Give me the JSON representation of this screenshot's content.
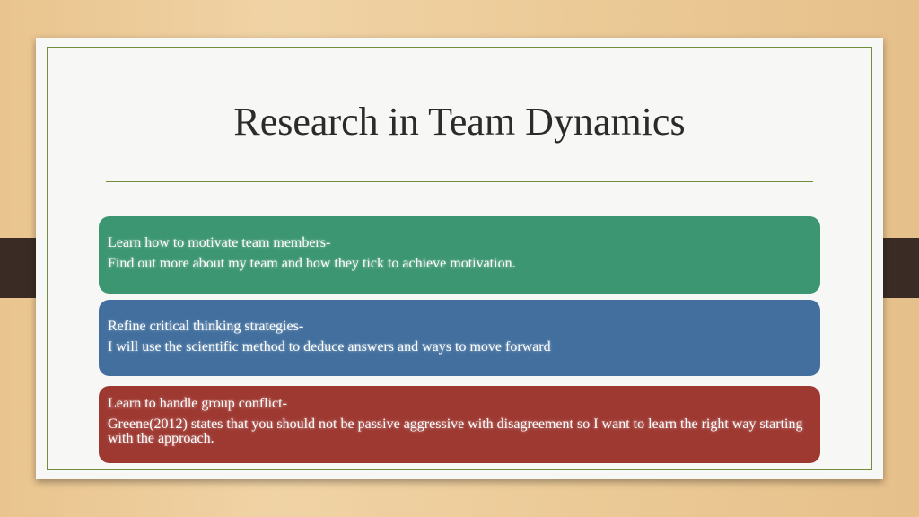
{
  "slide": {
    "title": "Research in Team Dynamics",
    "items": [
      {
        "heading": "Learn how to motivate team members-",
        "body": "Find out more about my team and how they tick to achieve motivation.",
        "color": "#3c9671"
      },
      {
        "heading": "Refine critical thinking strategies-",
        "body": "I will use the scientific method to deduce answers and ways to move forward",
        "color": "#426f9e"
      },
      {
        "heading": "Learn to handle group conflict-",
        "body": "Greene(2012) states that you should not be passive aggressive with disagreement so I want to learn the right way starting with the approach.",
        "color": "#9e3932"
      }
    ]
  }
}
